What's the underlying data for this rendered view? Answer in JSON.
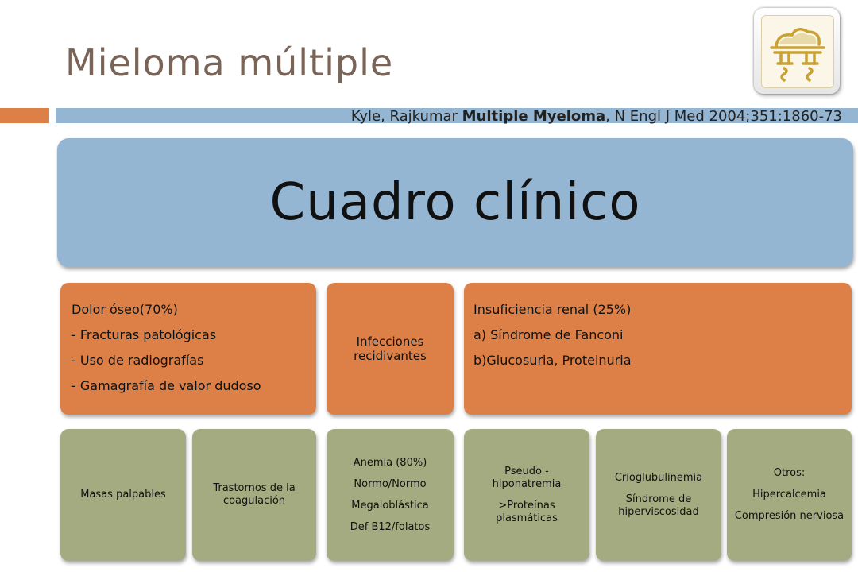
{
  "slide": {
    "title": "Mieloma múltiple",
    "citation_authors": "Kyle, Rajkumar ",
    "citation_title": "Multiple Myeloma",
    "citation_rest": ", N Engl J Med 2004;351:1860-73",
    "logo_icon": "pharmacy-mortar-logo-icon"
  },
  "diagram": {
    "root": "Cuadro clínico",
    "branch1": {
      "heading": "Dolor óseo(70%)",
      "items": [
        "- Fracturas patológicas",
        "- Uso de radiografías",
        "- Gamagrafía de valor dudoso"
      ]
    },
    "branch2": {
      "heading": "Infecciones recidivantes"
    },
    "branch3": {
      "heading": "Insuficiencia renal (25%)",
      "items": [
        "a) Síndrome de Fanconi",
        "b)Glucosuria, Proteinuria"
      ]
    },
    "leaves": {
      "masas": "Masas palpables",
      "coagulacion": "Trastornos de la coagulación",
      "anemia": [
        "Anemia (80%)",
        "Normo/Normo",
        "Megaloblástica",
        "Def B12/folatos"
      ],
      "pseudo": [
        "Pseudo - hiponatremia",
        ">Proteínas plasmáticas"
      ],
      "crio": [
        "Crioglubulinemia",
        "Síndrome de hiperviscosidad"
      ],
      "otros": [
        "Otros:",
        "Hipercalcemia",
        "Compresión nerviosa"
      ]
    }
  },
  "colors": {
    "header": "#94b6d2",
    "branch": "#dd8047",
    "leaf": "#a5ab81",
    "title": "#7a6457"
  }
}
